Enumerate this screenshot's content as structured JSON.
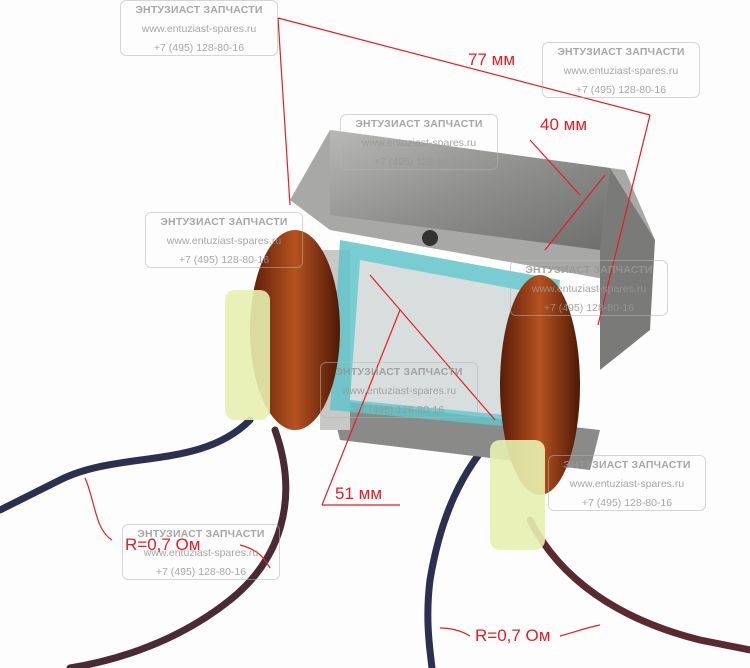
{
  "watermark": {
    "name": "ЭНТУЗИАСТ ЗАПЧАСТИ",
    "site": "www.entuziast-spares.ru",
    "phone": "+7 (495) 128-80-16"
  },
  "dimensions": {
    "length": "77 мм",
    "width": "40 мм",
    "inner": "51 мм"
  },
  "resistance": {
    "left": "R=0,7 Ом",
    "right": "R=0,7 Ом"
  },
  "colors": {
    "annotation": "#e31e24",
    "stator": "#9a9a98",
    "copper": "#8a3414",
    "insulation": "#5fc4c9",
    "wire": "#2c3050"
  }
}
